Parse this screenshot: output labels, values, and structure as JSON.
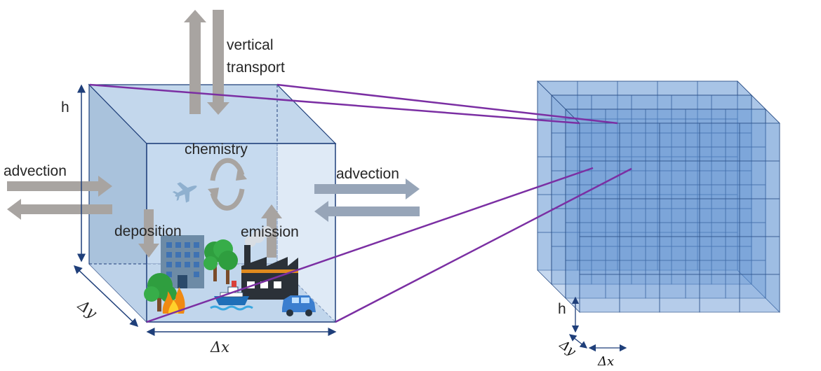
{
  "labels": {
    "vertical_transport_1": "vertical",
    "vertical_transport_2": "transport",
    "chemistry": "chemistry",
    "advection_left": "advection",
    "advection_right": "advection",
    "deposition": "deposition",
    "emission": "emission",
    "height": "h",
    "dx": "Δx",
    "dy": "Δy",
    "grid_height": "h",
    "grid_dx": "Δx",
    "grid_dy": "Δy"
  },
  "colors": {
    "cell_fill": "#bcd3ec",
    "cell_edge": "#1f3f7a",
    "arrow_gray": "#a8a4a1",
    "arrow_blue_gray": "#97a5b8",
    "connector_purple": "#7b2fa3",
    "grid_fill": "#5b8fd0",
    "grid_edge": "#2b4f86"
  },
  "icons": [
    "airplane-icon",
    "office-building-icon",
    "tree-icon",
    "factory-icon",
    "wildfire-icon",
    "ship-icon",
    "car-icon",
    "rotation-cycle-icon"
  ],
  "grid": {
    "columns": 5,
    "rows": 5,
    "layers": 4
  }
}
